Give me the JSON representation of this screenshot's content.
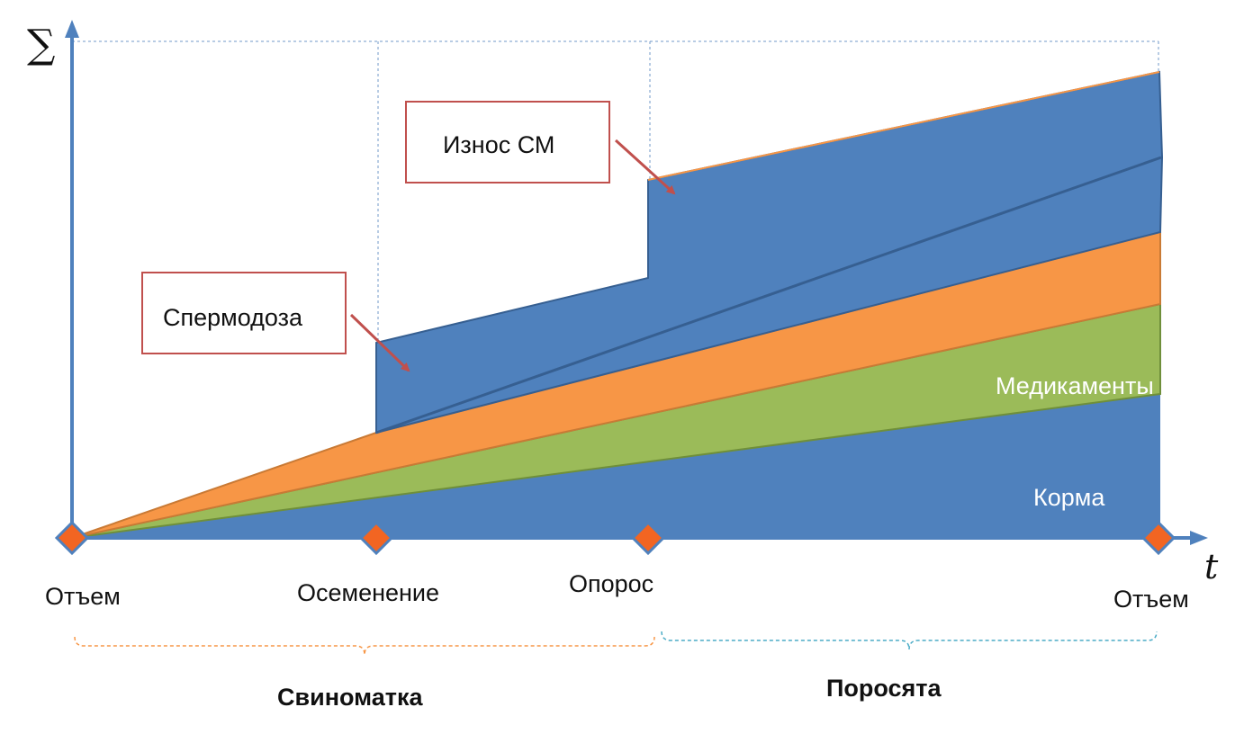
{
  "axis": {
    "y_symbol": "∑",
    "x_symbol": "t"
  },
  "points": [
    {
      "label": "Отъем"
    },
    {
      "label": "Осеменение"
    },
    {
      "label": "Опорос"
    },
    {
      "label": "Отъем"
    }
  ],
  "layers": [
    {
      "label": "Корма",
      "color": "#4f81bd"
    },
    {
      "label": "Медикаменты",
      "color": "#9bbb59"
    },
    {
      "label": "",
      "color": "#f79646"
    },
    {
      "label": "",
      "color": "#4f81bd"
    }
  ],
  "callouts": {
    "spermodoza": "Спермодоза",
    "iznos": "Износ СМ"
  },
  "groups": {
    "sow": "Свиноматка",
    "piglets": "Поросята"
  },
  "colors": {
    "axis": "#4f81bd",
    "marker": "#f26522",
    "callout_border": "#c0504d",
    "arrow": "#c0504d",
    "brace_sow": "#f79646",
    "brace_piglets": "#4bacc6"
  }
}
